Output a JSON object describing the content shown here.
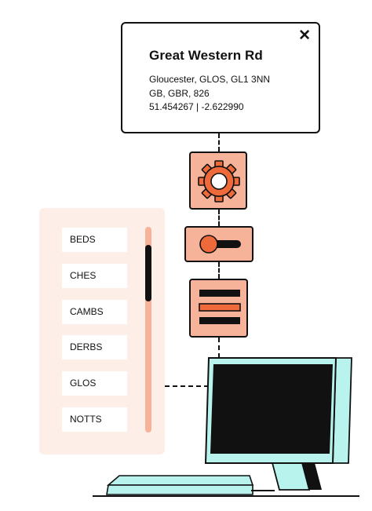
{
  "address_card": {
    "title": "Great Western Rd",
    "line1": "Gloucester, GLOS, GL1 3NN",
    "line2": "GB, GBR, 826",
    "coordinates": "51.454267 | -2.622990",
    "close_icon": "close-icon"
  },
  "county_list": {
    "items": [
      "BEDS",
      "CHES",
      "CAMBS",
      "DERBS",
      "GLOS",
      "NOTTS"
    ],
    "scroll_position": 0.12
  },
  "controls": {
    "gear_icon": "gear-icon",
    "toggle_icon": "toggle-switch-icon",
    "form_icon": "form-lines-icon",
    "toggle_state": "off"
  },
  "colors": {
    "accent": "#ef6a3a",
    "tile_fill": "#f7b29a",
    "panel_bg": "#fdeee8",
    "monitor": "#b8f3ee",
    "outline": "#111111"
  }
}
